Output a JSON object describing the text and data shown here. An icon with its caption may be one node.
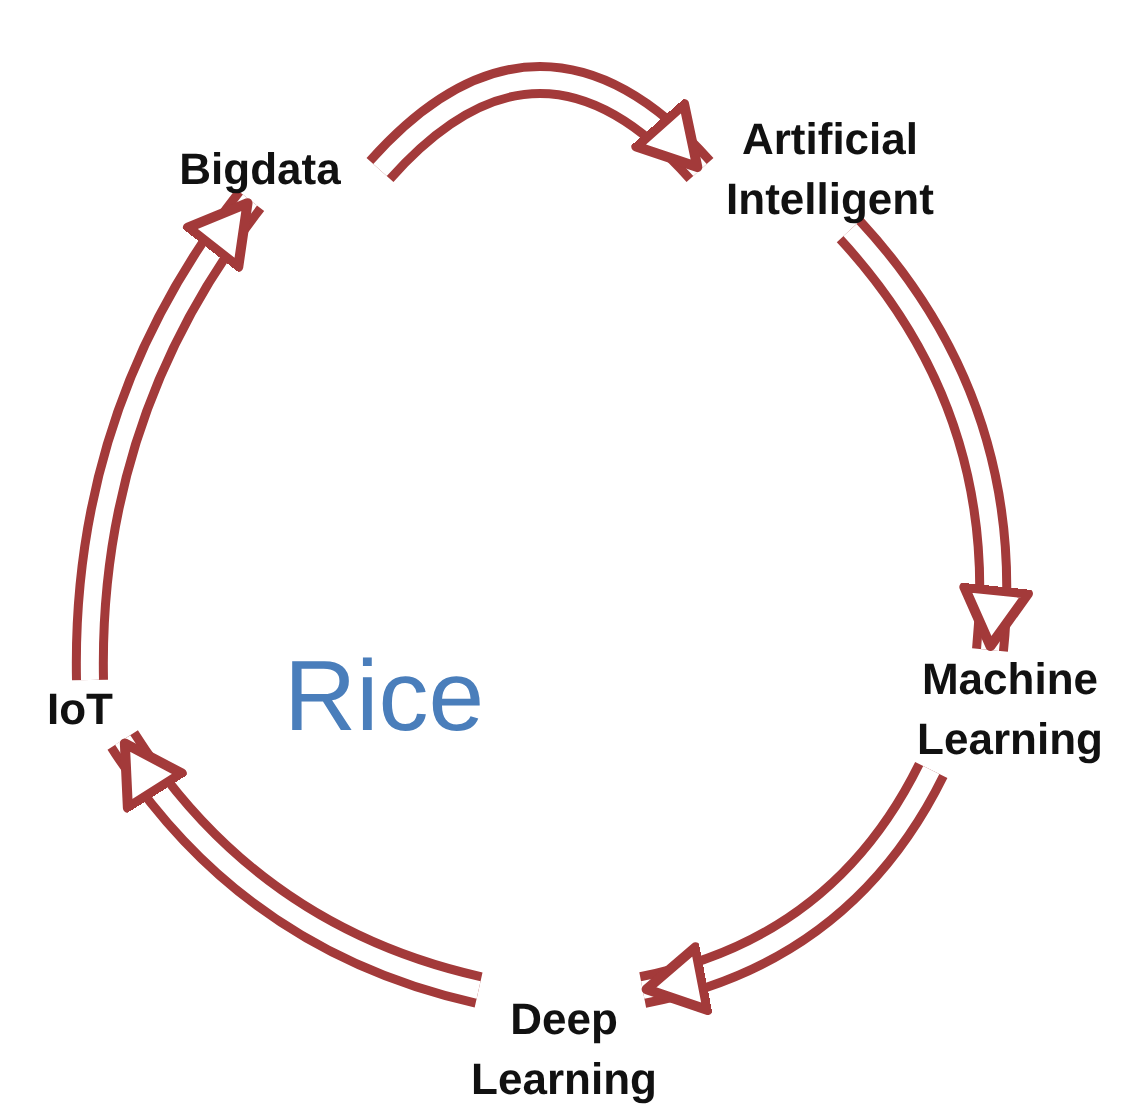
{
  "diagram": {
    "nodes": [
      {
        "text": [
          "Bigdata"
        ]
      },
      {
        "text": [
          "Artificial Intelligent"
        ]
      },
      {
        "text": [
          "Machine Learning"
        ]
      },
      {
        "text": [
          "Deep Learning"
        ]
      },
      {
        "text": [
          "IoT"
        ]
      }
    ],
    "edges": [
      {
        "from": 0,
        "to": 1,
        "arrow": "to"
      },
      {
        "from": 1,
        "to": 2,
        "arrow": "to"
      },
      {
        "from": 2,
        "to": 3,
        "arrow": "to"
      },
      {
        "from": 3,
        "to": 4,
        "arrow": "to"
      },
      {
        "from": 4,
        "to": 0,
        "arrow": "to"
      }
    ],
    "labels": [
      "Rice"
    ]
  }
}
